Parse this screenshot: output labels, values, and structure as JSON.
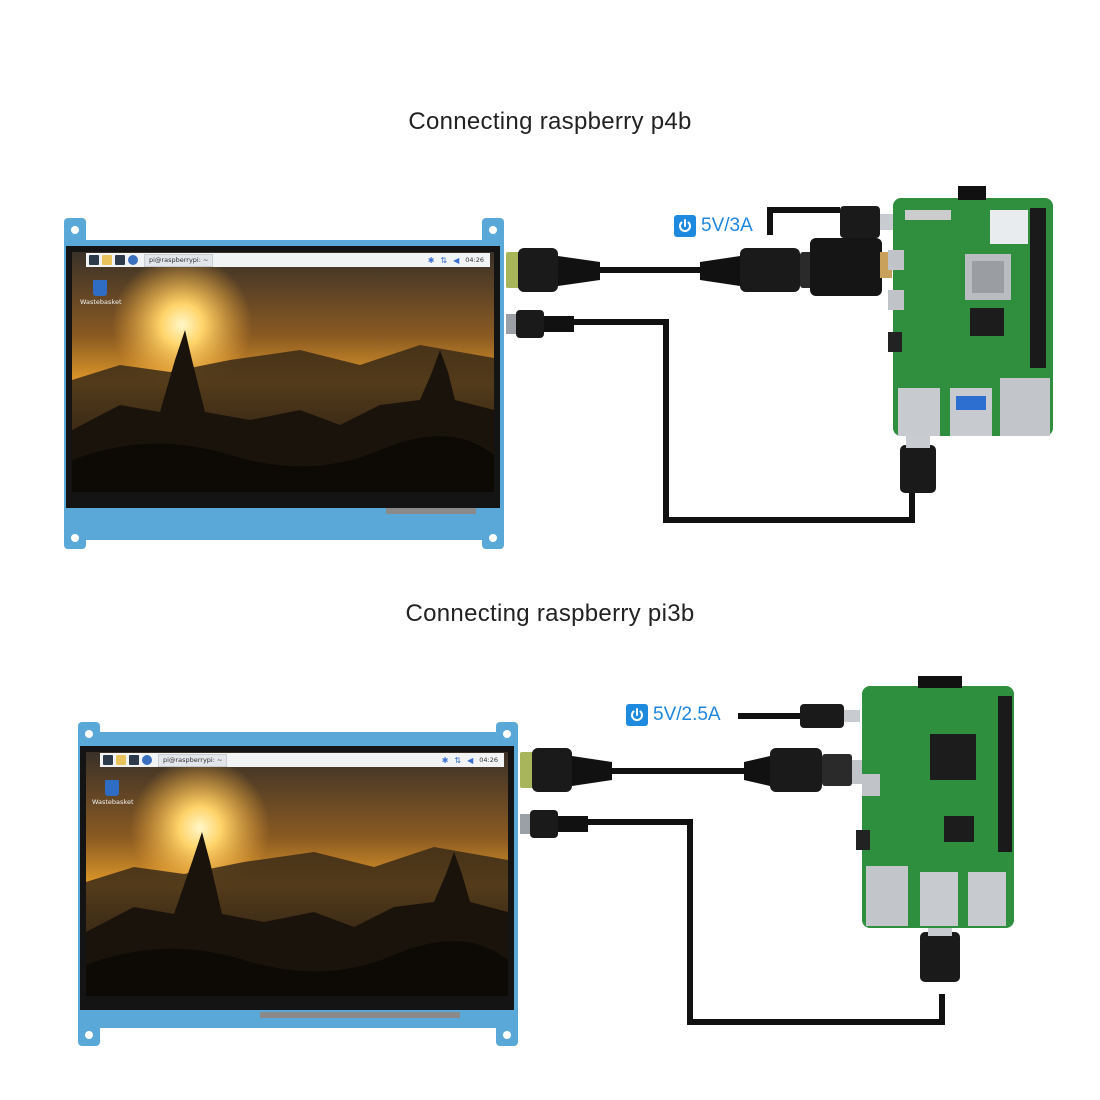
{
  "sections": [
    {
      "title": "Connecting raspberry p4b",
      "power_label": "5V/3A",
      "taskbar_task": "pi@raspberrypi: ~",
      "clock": "04:26",
      "desktop_icon": "Wastebasket"
    },
    {
      "title": "Connecting raspberry pi3b",
      "power_label": "5V/2.5A",
      "taskbar_task": "pi@raspberrypi: ~",
      "clock": "04:26",
      "desktop_icon": "Wastebasket"
    }
  ],
  "icons": {
    "power": "power-icon",
    "bluetooth": "bluetooth-icon",
    "network": "network-arrows-icon",
    "volume": "volume-icon",
    "terminal": "terminal-icon",
    "folder": "folder-icon",
    "browser": "browser-globe-icon"
  },
  "colors": {
    "cable": "#111111",
    "power_accent": "#1d8ae0",
    "board_green": "#2e8f3e",
    "display_frame": "#5ba7d6"
  }
}
